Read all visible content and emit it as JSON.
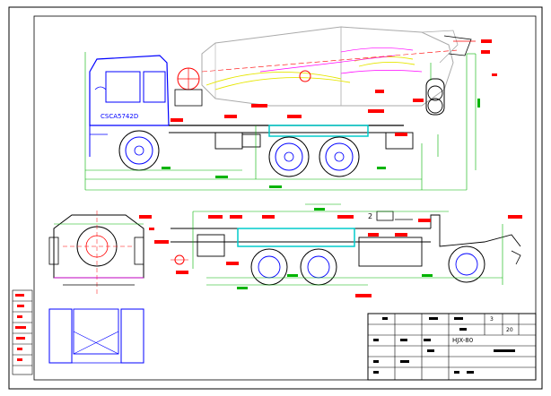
{
  "drawing": {
    "cab_plate": "CSCA5742D",
    "model_no": "HJX-80",
    "part_mark": "2",
    "sheet_count": "20",
    "sheet_no": "3"
  },
  "colors": {
    "outline": "#0000ff",
    "frame": "#000000",
    "drum": "#aaaaaa",
    "dimension": "#00b400",
    "tag": "#ff0000",
    "hatch_yellow": "#e6e600",
    "hatch_magenta": "#ff00ff",
    "accent_cyan": "#00cccc",
    "center_line": "#ff0000"
  }
}
